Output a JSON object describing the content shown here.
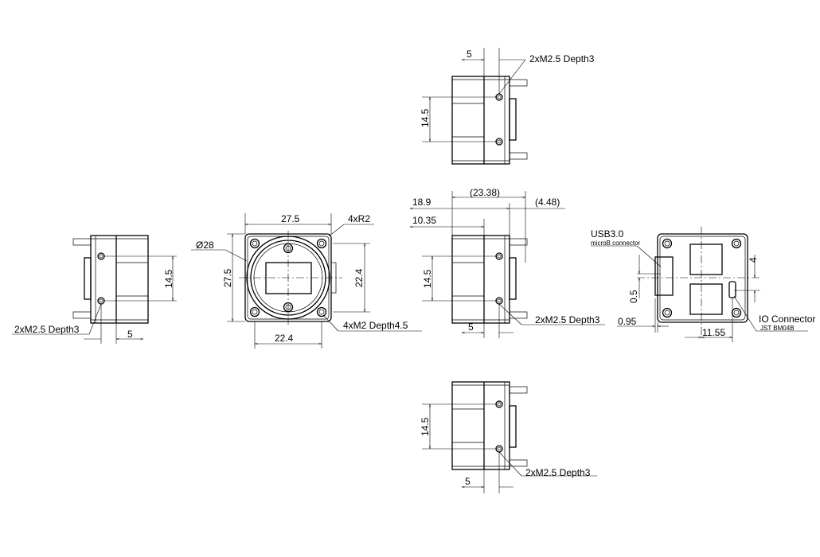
{
  "top_view": {
    "dim_5": "5",
    "hole_label": "2xM2.5 Depth3",
    "dim_height": "14.5"
  },
  "side_view": {
    "dim_18_9": "18.9",
    "dim_23_38": "(23.38)",
    "dim_4_48": "(4.48)",
    "dim_10_35": "10.35",
    "dim_height": "14.5",
    "dim_5": "5",
    "hole_label": "2xM2.5 Depth3"
  },
  "bottom_view": {
    "dim_height": "14.5",
    "dim_5": "5",
    "hole_label": "2xM2.5 Depth3"
  },
  "left_view": {
    "dim_height": "14.5",
    "hole_label": "2xM2.5 Depth3",
    "dim_5": "5"
  },
  "front_view": {
    "width": "27.5",
    "radius": "4xR2",
    "diameter": "Ø28",
    "height": "27.5",
    "hole_pitch_v": "22.4",
    "hole_pitch_h": "22.4",
    "hole_label": "4xM2 Depth4.5"
  },
  "back_view": {
    "usb_label": "USB3.0",
    "usb_sub": "microB connector",
    "dim_4": "4",
    "dim_0_5": "0.5",
    "dim_0_95": "0.95",
    "dim_11_55": "11.55",
    "io_label": "IO Connector",
    "io_sub": "JST BM04B"
  }
}
